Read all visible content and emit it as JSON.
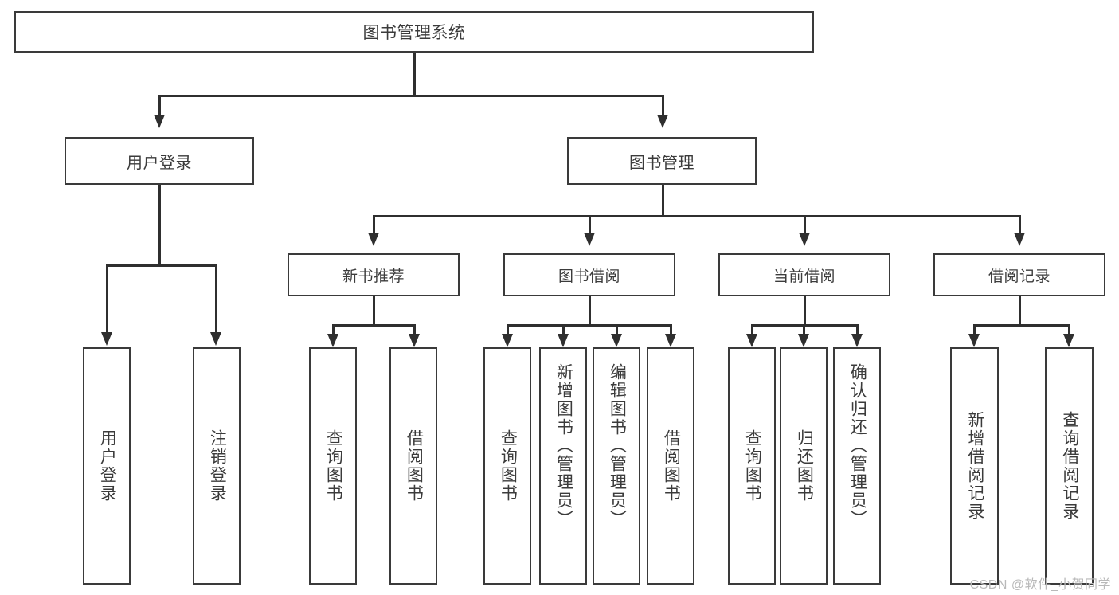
{
  "diagram": {
    "title": "图书管理系统",
    "type": "hierarchy-tree",
    "root": {
      "label": "图书管理系统"
    },
    "level1": [
      {
        "label": "用户登录"
      },
      {
        "label": "图书管理"
      }
    ],
    "level2": [
      {
        "label": "新书推荐"
      },
      {
        "label": "图书借阅"
      },
      {
        "label": "当前借阅"
      },
      {
        "label": "借阅记录"
      }
    ],
    "leaves": {
      "user_login": [
        {
          "label": "用户登录"
        },
        {
          "label": "注销登录"
        }
      ],
      "new_book_recommend": [
        {
          "label": "查询图书"
        },
        {
          "label": "借阅图书"
        }
      ],
      "book_borrow": [
        {
          "label": "查询图书"
        },
        {
          "label": "新增图书（管理员）"
        },
        {
          "label": "编辑图书（管理员）"
        },
        {
          "label": "借阅图书"
        }
      ],
      "current_borrow": [
        {
          "label": "查询图书"
        },
        {
          "label": "归还图书"
        },
        {
          "label": "确认归还（管理员）"
        }
      ],
      "borrow_record": [
        {
          "label": "新增借阅记录"
        },
        {
          "label": "查询借阅记录"
        }
      ]
    }
  },
  "watermark": {
    "text": "CSDN @软件_小贺同学"
  },
  "colors": {
    "border": "#3a3a3a",
    "line": "#2f2f2f",
    "text": "#3b3b3b",
    "background": "#ffffff",
    "watermark": "#b9b9b9"
  }
}
